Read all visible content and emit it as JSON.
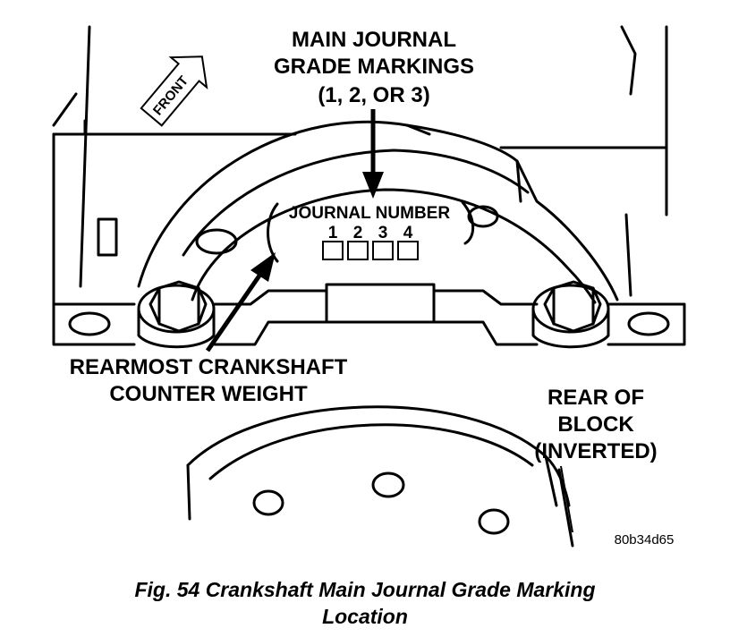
{
  "labels": {
    "front": "FRONT",
    "main_journal_line1": "MAIN JOURNAL",
    "main_journal_line2": "GRADE MARKINGS",
    "main_journal_line3": "(1, 2, OR 3)",
    "journal_number": "JOURNAL NUMBER",
    "journal_digits": [
      "1",
      "2",
      "3",
      "4"
    ],
    "counterweight_line1": "REARMOST CRANKSHAFT",
    "counterweight_line2": "COUNTER WEIGHT",
    "rear_line1": "REAR OF",
    "rear_line2": "BLOCK",
    "rear_line3": "(INVERTED)",
    "image_code": "80b34d65"
  },
  "caption": {
    "line1": "Fig. 54 Crankshaft Main Journal Grade Marking",
    "line2": "Location"
  },
  "colors": {
    "ink": "#000000",
    "paper": "#ffffff"
  }
}
